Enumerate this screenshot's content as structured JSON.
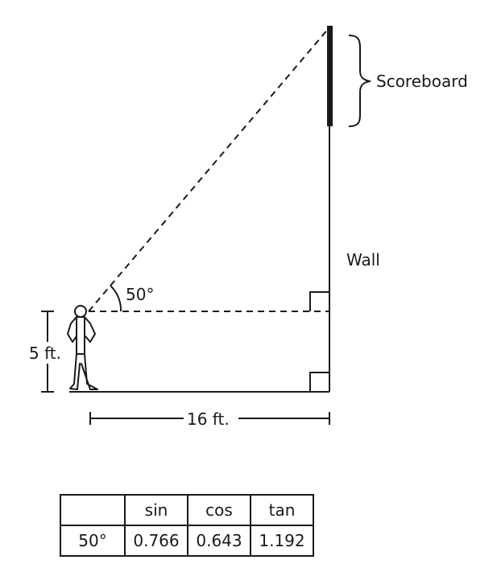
{
  "diagram": {
    "scoreboard_label": "Scoreboard",
    "wall_label": "Wall",
    "angle_label": "50°",
    "height_label": "5 ft.",
    "distance_label": "16 ft."
  },
  "table": {
    "header": [
      "",
      "sin",
      "cos",
      "tan"
    ],
    "rows": [
      [
        "50°",
        "0.766",
        "0.643",
        "1.192"
      ]
    ]
  },
  "colors": {
    "ink": "#1a1a1a",
    "background": "#ffffff"
  }
}
